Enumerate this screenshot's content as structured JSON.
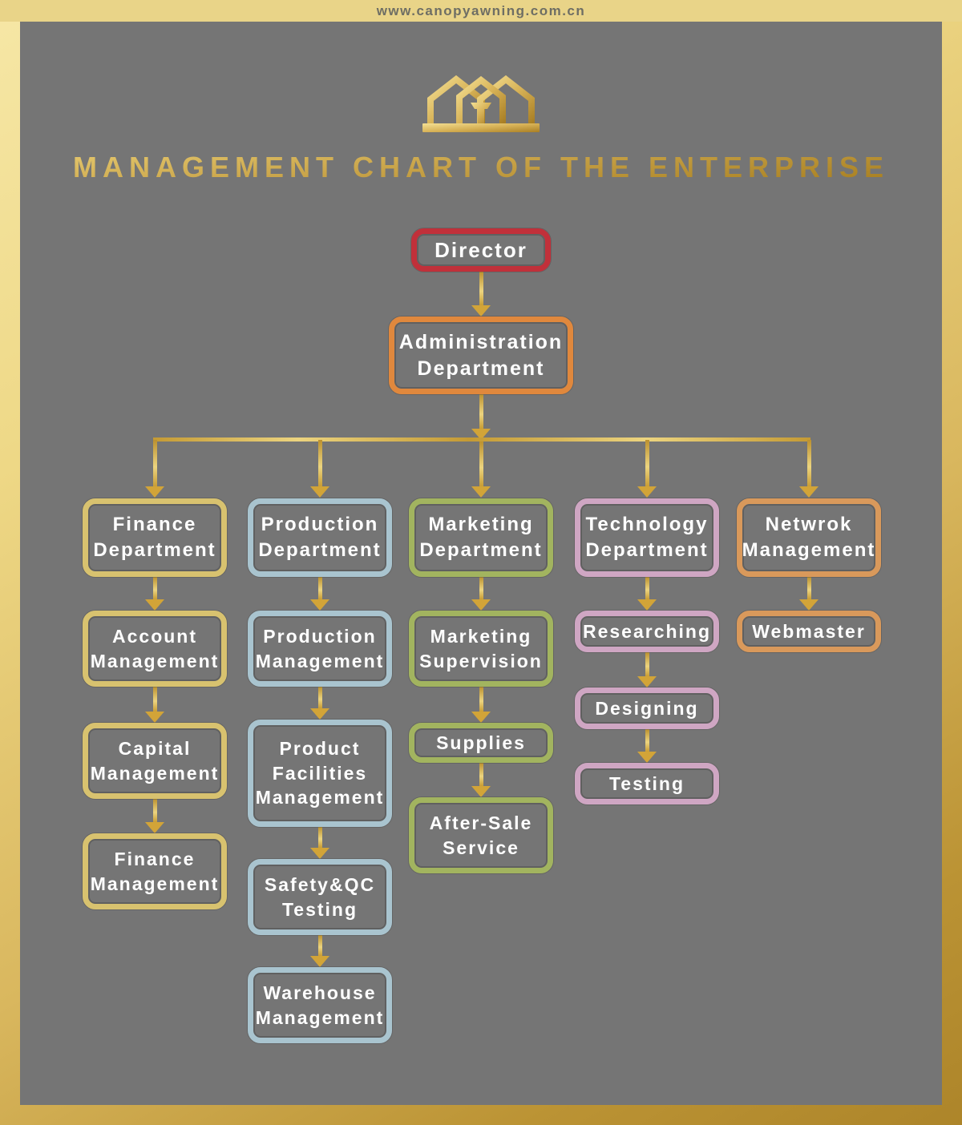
{
  "banner": {
    "url": "www.canopyawning.com.cn"
  },
  "title": "MANAGEMENT CHART OF THE ENTERPRISE",
  "logo": {
    "icon": "canopy-house-logo"
  },
  "colors": {
    "background_panel": "#757575",
    "frame_gold_light": "#f6e7a6",
    "frame_gold_dark": "#ad852a",
    "banner_gold": "#e9d488",
    "arrow_gold": "#d2a438",
    "title_gold": "#c8a348",
    "director_red": "#c1303a",
    "administration_orange": "#e0883d",
    "finance_gold": "#d8c26f",
    "production_blue": "#a9c4cf",
    "marketing_green": "#a2b45f",
    "technology_pink": "#cfa6c3",
    "network_orange": "#d9995b",
    "node_text": "#ffffff"
  },
  "nodes": {
    "director": {
      "label": "Director",
      "border_color": "#c1303a"
    },
    "administration": {
      "label": "Administration\nDepartment",
      "border_color": "#e0883d"
    },
    "finance_dept": {
      "label": "Finance\nDepartment",
      "border_color": "#d8c26f"
    },
    "account_mgmt": {
      "label": "Account\nManagement",
      "border_color": "#d8c26f"
    },
    "capital_mgmt": {
      "label": "Capital\nManagement",
      "border_color": "#d8c26f"
    },
    "finance_mgmt": {
      "label": "Finance\nManagement",
      "border_color": "#d8c26f"
    },
    "production_dept": {
      "label": "Production\nDepartment",
      "border_color": "#a9c4cf"
    },
    "production_mgmt": {
      "label": "Production\nManagement",
      "border_color": "#a9c4cf"
    },
    "product_facilities_mgmt": {
      "label": "Product\nFacilities\nManagement",
      "border_color": "#a9c4cf"
    },
    "safety_qc_testing": {
      "label": "Safety&QC\nTesting",
      "border_color": "#a9c4cf"
    },
    "warehouse_mgmt": {
      "label": "Warehouse\nManagement",
      "border_color": "#a9c4cf"
    },
    "marketing_dept": {
      "label": "Marketing\nDepartment",
      "border_color": "#a2b45f"
    },
    "marketing_supervision": {
      "label": "Marketing\nSupervision",
      "border_color": "#a2b45f"
    },
    "supplies": {
      "label": "Supplies",
      "border_color": "#a2b45f"
    },
    "after_sale_service": {
      "label": "After-Sale\nService",
      "border_color": "#a2b45f"
    },
    "technology_dept": {
      "label": "Technology\nDepartment",
      "border_color": "#cfa6c3"
    },
    "researching": {
      "label": "Researching",
      "border_color": "#cfa6c3"
    },
    "designing": {
      "label": "Designing",
      "border_color": "#cfa6c3"
    },
    "testing": {
      "label": "Testing",
      "border_color": "#cfa6c3"
    },
    "network_mgmt": {
      "label": "Netwrok\nManagement",
      "border_color": "#d9995b"
    },
    "webmaster": {
      "label": "Webmaster",
      "border_color": "#d9995b"
    }
  },
  "hierarchy": {
    "root": "director",
    "edges": [
      [
        "director",
        "administration"
      ],
      [
        "administration",
        "finance_dept"
      ],
      [
        "administration",
        "production_dept"
      ],
      [
        "administration",
        "marketing_dept"
      ],
      [
        "administration",
        "technology_dept"
      ],
      [
        "administration",
        "network_mgmt"
      ],
      [
        "finance_dept",
        "account_mgmt"
      ],
      [
        "account_mgmt",
        "capital_mgmt"
      ],
      [
        "capital_mgmt",
        "finance_mgmt"
      ],
      [
        "production_dept",
        "production_mgmt"
      ],
      [
        "production_mgmt",
        "product_facilities_mgmt"
      ],
      [
        "product_facilities_mgmt",
        "safety_qc_testing"
      ],
      [
        "safety_qc_testing",
        "warehouse_mgmt"
      ],
      [
        "marketing_dept",
        "marketing_supervision"
      ],
      [
        "marketing_supervision",
        "supplies"
      ],
      [
        "supplies",
        "after_sale_service"
      ],
      [
        "technology_dept",
        "researching"
      ],
      [
        "researching",
        "designing"
      ],
      [
        "designing",
        "testing"
      ],
      [
        "network_mgmt",
        "webmaster"
      ]
    ]
  }
}
